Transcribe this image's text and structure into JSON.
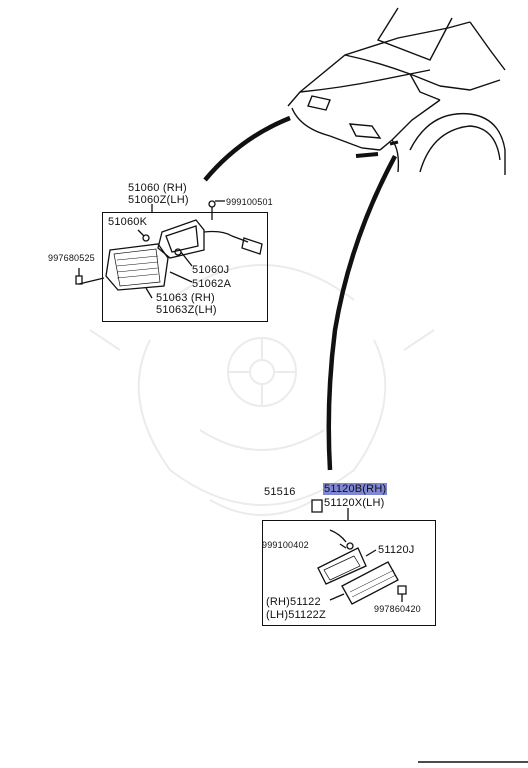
{
  "upper_group": {
    "part_rh": "51060 (RH)",
    "part_lh": "51060Z(LH)",
    "screw_part": "999100501",
    "bulb_socket": "51060K",
    "side_screw": "997680525",
    "gasket": "51060J",
    "lens": "51062A",
    "lens_assy_rh": "51063 (RH)",
    "lens_assy_lh": "51063Z(LH)"
  },
  "lower_group": {
    "clip": "51516",
    "part_rh": "51120B(RH)",
    "part_lh": "51120X(LH)",
    "screw_part": "999100402",
    "gasket": "51120J",
    "lens_rh": "(RH)51122",
    "lens_lh": "(LH)51122Z",
    "side_screw": "997860420"
  },
  "highlight_color": "#7f86d4"
}
